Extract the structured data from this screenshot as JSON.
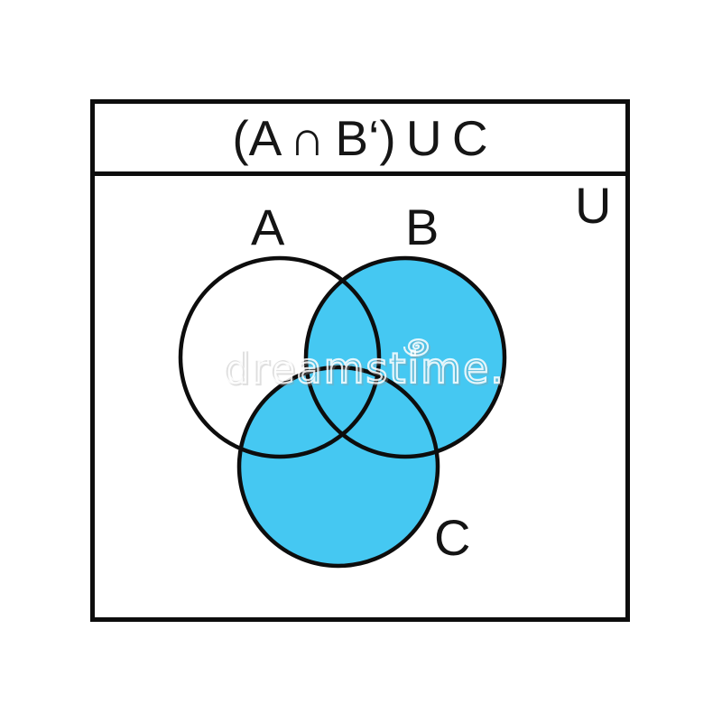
{
  "page": {
    "background": "#ffffff"
  },
  "diagram": {
    "title_expression": "(A ∩ B‘) U C",
    "universal_set_label": "U",
    "sets": [
      {
        "label": "A",
        "filled": false
      },
      {
        "label": "B",
        "filled": true
      },
      {
        "label": "C",
        "filled": true
      }
    ],
    "shaded_region": "B ∪ C shaded; A-only region unshaded",
    "colors": {
      "set_fill": "#45c8f2",
      "outline": "#0d0d0d",
      "frame_border": "#0d0d0d",
      "text": "#161616"
    }
  },
  "watermark": {
    "text": "dreamstime."
  }
}
